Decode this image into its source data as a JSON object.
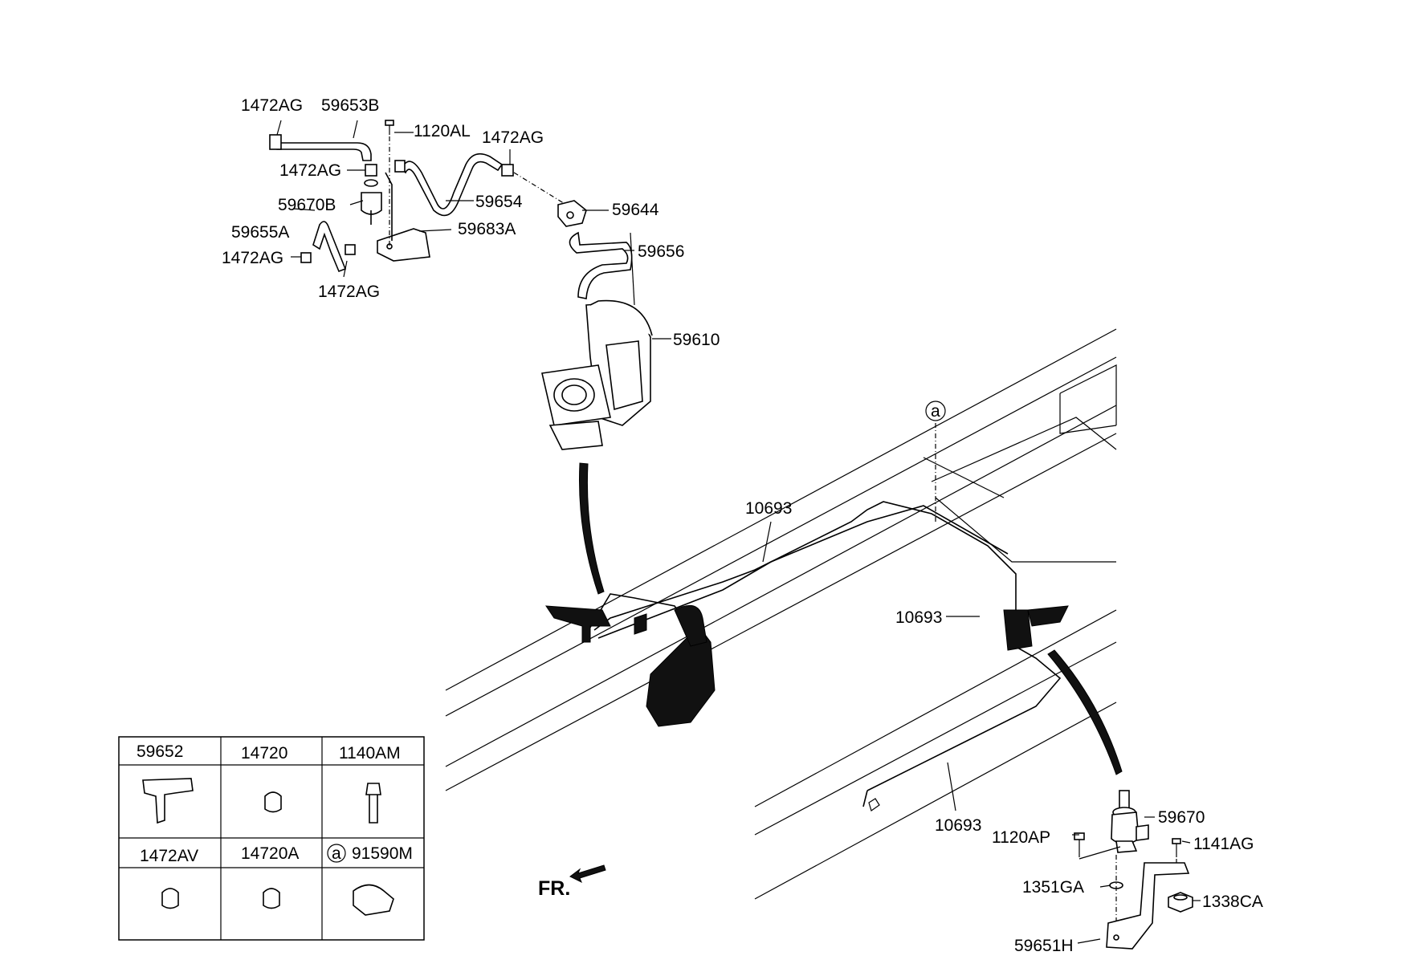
{
  "callouts": {
    "c_1472AG_1": "1472AG",
    "c_59653B": "59653B",
    "c_1120AL": "1120AL",
    "c_1472AG_2": "1472AG",
    "c_1472AG_3": "1472AG",
    "c_59670B": "59670B",
    "c_59654": "59654",
    "c_59644": "59644",
    "c_59655A": "59655A",
    "c_59683A": "59683A",
    "c_1472AG_4": "1472AG",
    "c_59656": "59656",
    "c_1472AG_5": "1472AG",
    "c_59610": "59610",
    "c_a_marker": "a",
    "c_10693_1": "10693",
    "c_10693_2": "10693",
    "c_10693_3": "10693",
    "c_59670": "59670",
    "c_1120AP": "1120AP",
    "c_1141AG": "1141AG",
    "c_1351GA": "1351GA",
    "c_1338CA": "1338CA",
    "c_59651H": "59651H"
  },
  "front_indicator": "FR.",
  "parts_table": {
    "cells": [
      {
        "code": "59652"
      },
      {
        "code": "14720"
      },
      {
        "code": "1140AM"
      },
      {
        "code": "1472AV"
      },
      {
        "code": "14720A"
      },
      {
        "marker": "a",
        "code": "91590M"
      }
    ]
  }
}
